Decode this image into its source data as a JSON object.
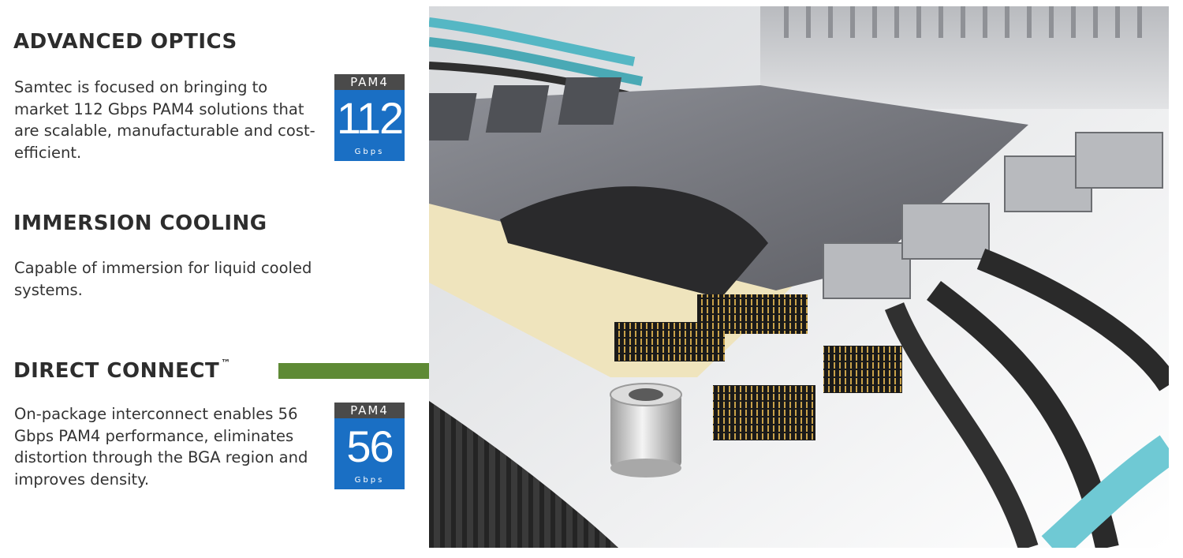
{
  "sections": [
    {
      "title": "ADVANCED OPTICS",
      "body": "Samtec is focused on bringing to market 112 Gbps PAM4 solutions that are scalable, manufacturable and cost-efficient."
    },
    {
      "title": "IMMERSION COOLING",
      "body": "Capable of immersion for liquid cooled systems."
    },
    {
      "title": "DIRECT CONNECT",
      "title_mark": "™",
      "body": "On-package interconnect enables 56 Gbps PAM4 performance, eliminates distortion through the BGA region and improves density."
    }
  ],
  "badges": [
    {
      "label": "PAM4",
      "value": "112",
      "unit": "Gbps"
    },
    {
      "label": "PAM4",
      "value": "56",
      "unit": "Gbps"
    }
  ],
  "colors": {
    "badge_blue": "#1a6fc4",
    "badge_header": "#4a4a4a",
    "arrow_green": "#5e8a35"
  }
}
